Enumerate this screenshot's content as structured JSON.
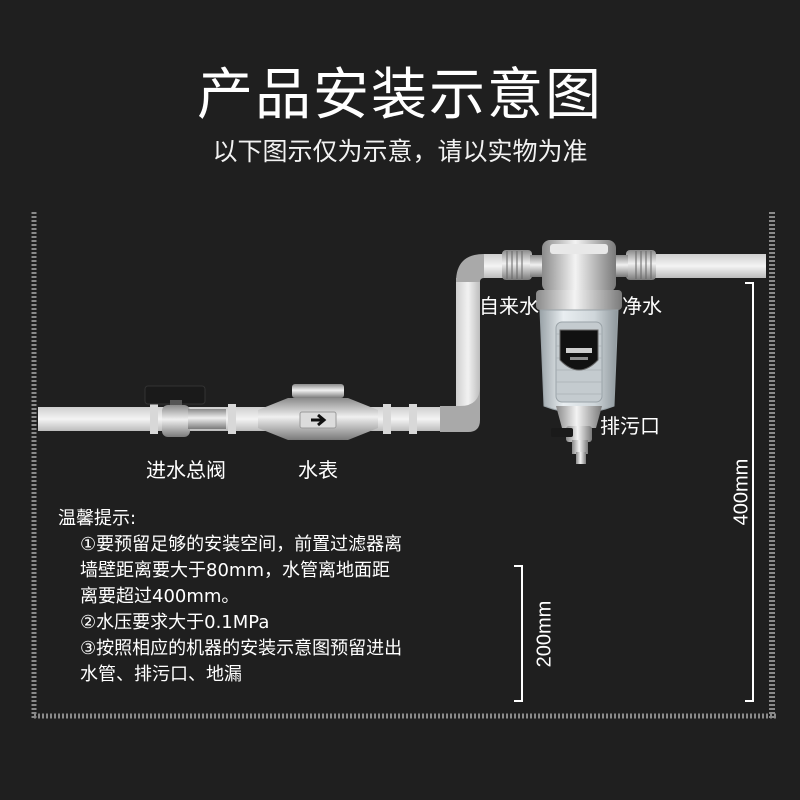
{
  "header": {
    "title": "产品安装示意图",
    "subtitle": "以下图示仅为示意，请以实物为准"
  },
  "labels": {
    "inlet_valve": "进水总阀",
    "water_meter": "水表",
    "tap_water": "自来水",
    "clean_water": "净水",
    "drain_outlet": "排污口"
  },
  "dimensions": {
    "height_400": "400mm",
    "height_200": "200mm"
  },
  "tips": {
    "heading": "温馨提示:",
    "lines": [
      "①要预留足够的安装空间，前置过滤器离",
      "墙壁距离要大于80mm，水管离地面距",
      "离要超过400mm。",
      "②水压要求大于0.1MPa",
      "③按照相应的机器的安装示意图预留进出",
      "水管、排污口、地漏"
    ]
  },
  "colors": {
    "background": "#1f1f1f",
    "pipe": "#e6e6e6",
    "wall": "#8a8a8a",
    "text": "#ffffff"
  }
}
